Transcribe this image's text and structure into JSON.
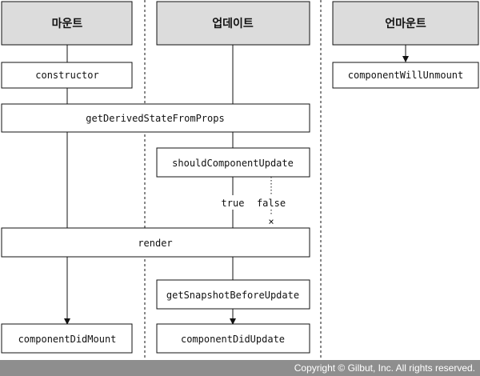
{
  "headers": {
    "mount": "마운트",
    "update": "업데이트",
    "unmount": "언마운트"
  },
  "methods": {
    "constructor": "constructor",
    "get_derived_state": "getDerivedStateFromProps",
    "should_update": "shouldComponentUpdate",
    "render": "render",
    "get_snapshot": "getSnapshotBeforeUpdate",
    "did_mount": "componentDidMount",
    "did_update": "componentDidUpdate",
    "will_unmount": "componentWillUnmount"
  },
  "branch_labels": {
    "true": "true",
    "false": "false",
    "stop_mark": "×"
  },
  "footer": {
    "copyright": "Copyright © Gilbut, Inc. All rights reserved."
  },
  "colors": {
    "header_fill": "#dcdcdc",
    "box_fill": "#ffffff",
    "stroke": "#111111",
    "footer_bg": "#8e8e8e"
  }
}
